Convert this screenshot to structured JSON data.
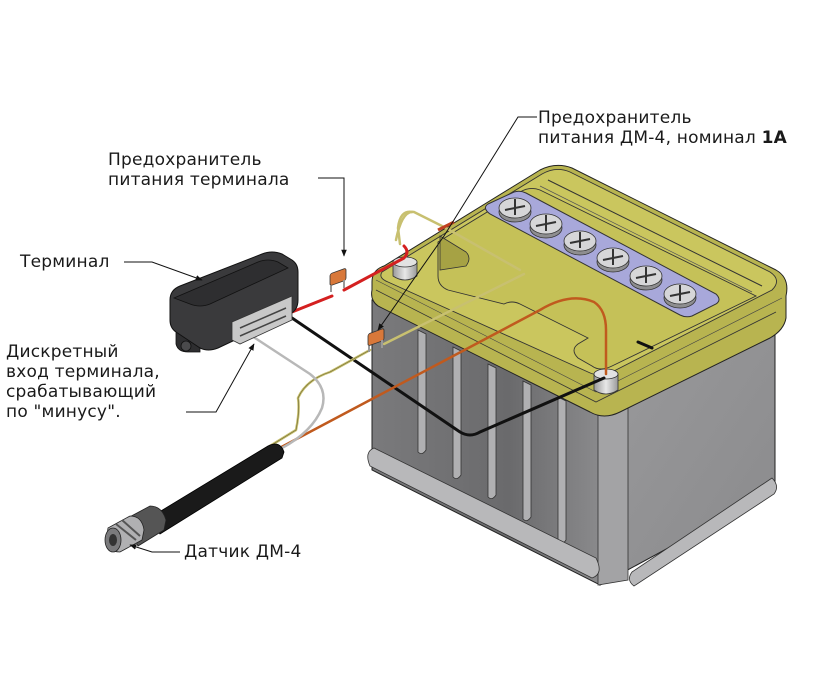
{
  "labels": {
    "terminal_fuse": {
      "line1": "Предохранитель",
      "line2": "питания терминала"
    },
    "dm4_fuse": {
      "line1": "Предохранитель",
      "line2": "питания ДМ-4, номинал ",
      "rating": "1А"
    },
    "terminal": "Терминал",
    "discrete_input": {
      "line1": "Дискретный",
      "line2": "вход терминала,",
      "line3": "срабатывающий",
      "line4": "по \"минусу\"."
    },
    "sensor": "Датчик ДМ-4",
    "battery_minus_mark": "–"
  },
  "colors": {
    "battery_lid": "#c9c55c",
    "battery_lid_shade": "#a9a548",
    "battery_body": "#8d8d8f",
    "battery_body_dark": "#6e6e70",
    "vent_strip": "#a8a8da",
    "wire_terminal_plus": "#d42020",
    "wire_ground": "#111111",
    "wire_dm4_plus": "#c05a1e",
    "wire_dm4_signal": "#c8c070",
    "wire_discrete": "#b8b8b8",
    "fuse": "#d8783a",
    "terminal_body": "#3a3a3c"
  }
}
